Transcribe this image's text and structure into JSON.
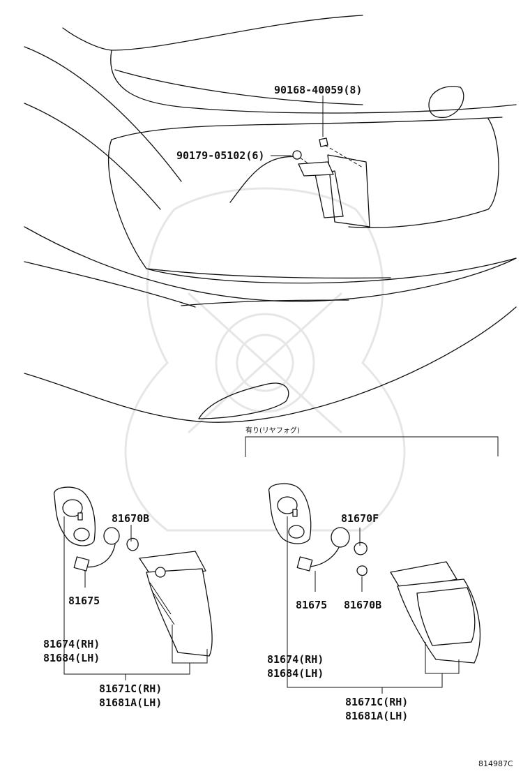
{
  "diagram": {
    "labels": {
      "bolt_top": "90168-40059(8)",
      "nut": "90179-05102(6)",
      "fog_note": "有り(リヤフォグ)",
      "left_bulb": "81670B",
      "left_socket": "81675",
      "left_gasket_rh": "81674(RH)",
      "left_gasket_lh": "81684(LH)",
      "left_lamp_rh": "81671C(RH)",
      "left_lamp_lh": "81681A(LH)",
      "right_bulb_fog": "81670F",
      "right_socket": "81675",
      "right_bulb": "81670B",
      "right_gasket_rh": "81674(RH)",
      "right_gasket_lh": "81684(LH)",
      "right_lamp_rh": "81671C(RH)",
      "right_lamp_lh": "81681A(LH)",
      "diagram_id": "814987C"
    }
  }
}
